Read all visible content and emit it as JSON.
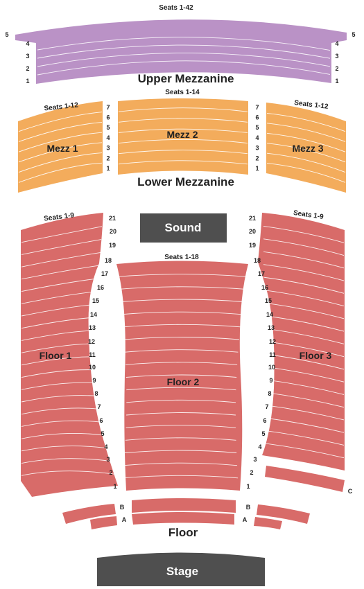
{
  "colors": {
    "upper": "#ba92c6",
    "lower": "#f3ac5c",
    "floor": "#d86b69",
    "block": "#4f4f4f",
    "rowline": "#ffffff"
  },
  "upper_mezzanine": {
    "label": "Upper Mezzanine",
    "seats": "Seats 1-42",
    "rows": [
      "1",
      "2",
      "3",
      "4",
      "5"
    ]
  },
  "lower_mezzanine": {
    "label": "Lower Mezzanine",
    "seats_center": "Seats 1-14",
    "seats_left": "Seats 1-12",
    "seats_right": "Seats 1-12",
    "mezz1": "Mezz 1",
    "mezz2": "Mezz 2",
    "mezz3": "Mezz 3",
    "rows": [
      "1",
      "2",
      "3",
      "4",
      "5",
      "6",
      "7"
    ]
  },
  "floor": {
    "label": "Floor",
    "floor1": "Floor 1",
    "floor2": "Floor 2",
    "floor3": "Floor 3",
    "seats_left": "Seats 1-9",
    "seats_right": "Seats 1-9",
    "seats_center": "Seats 1-18",
    "rows": [
      "1",
      "2",
      "3",
      "4",
      "5",
      "6",
      "7",
      "8",
      "9",
      "10",
      "11",
      "12",
      "13",
      "14",
      "15",
      "16",
      "17",
      "18",
      "19",
      "20",
      "21"
    ],
    "front_rows": [
      "A",
      "B"
    ],
    "row_c": "C"
  },
  "sound": "Sound",
  "stage": "Stage"
}
